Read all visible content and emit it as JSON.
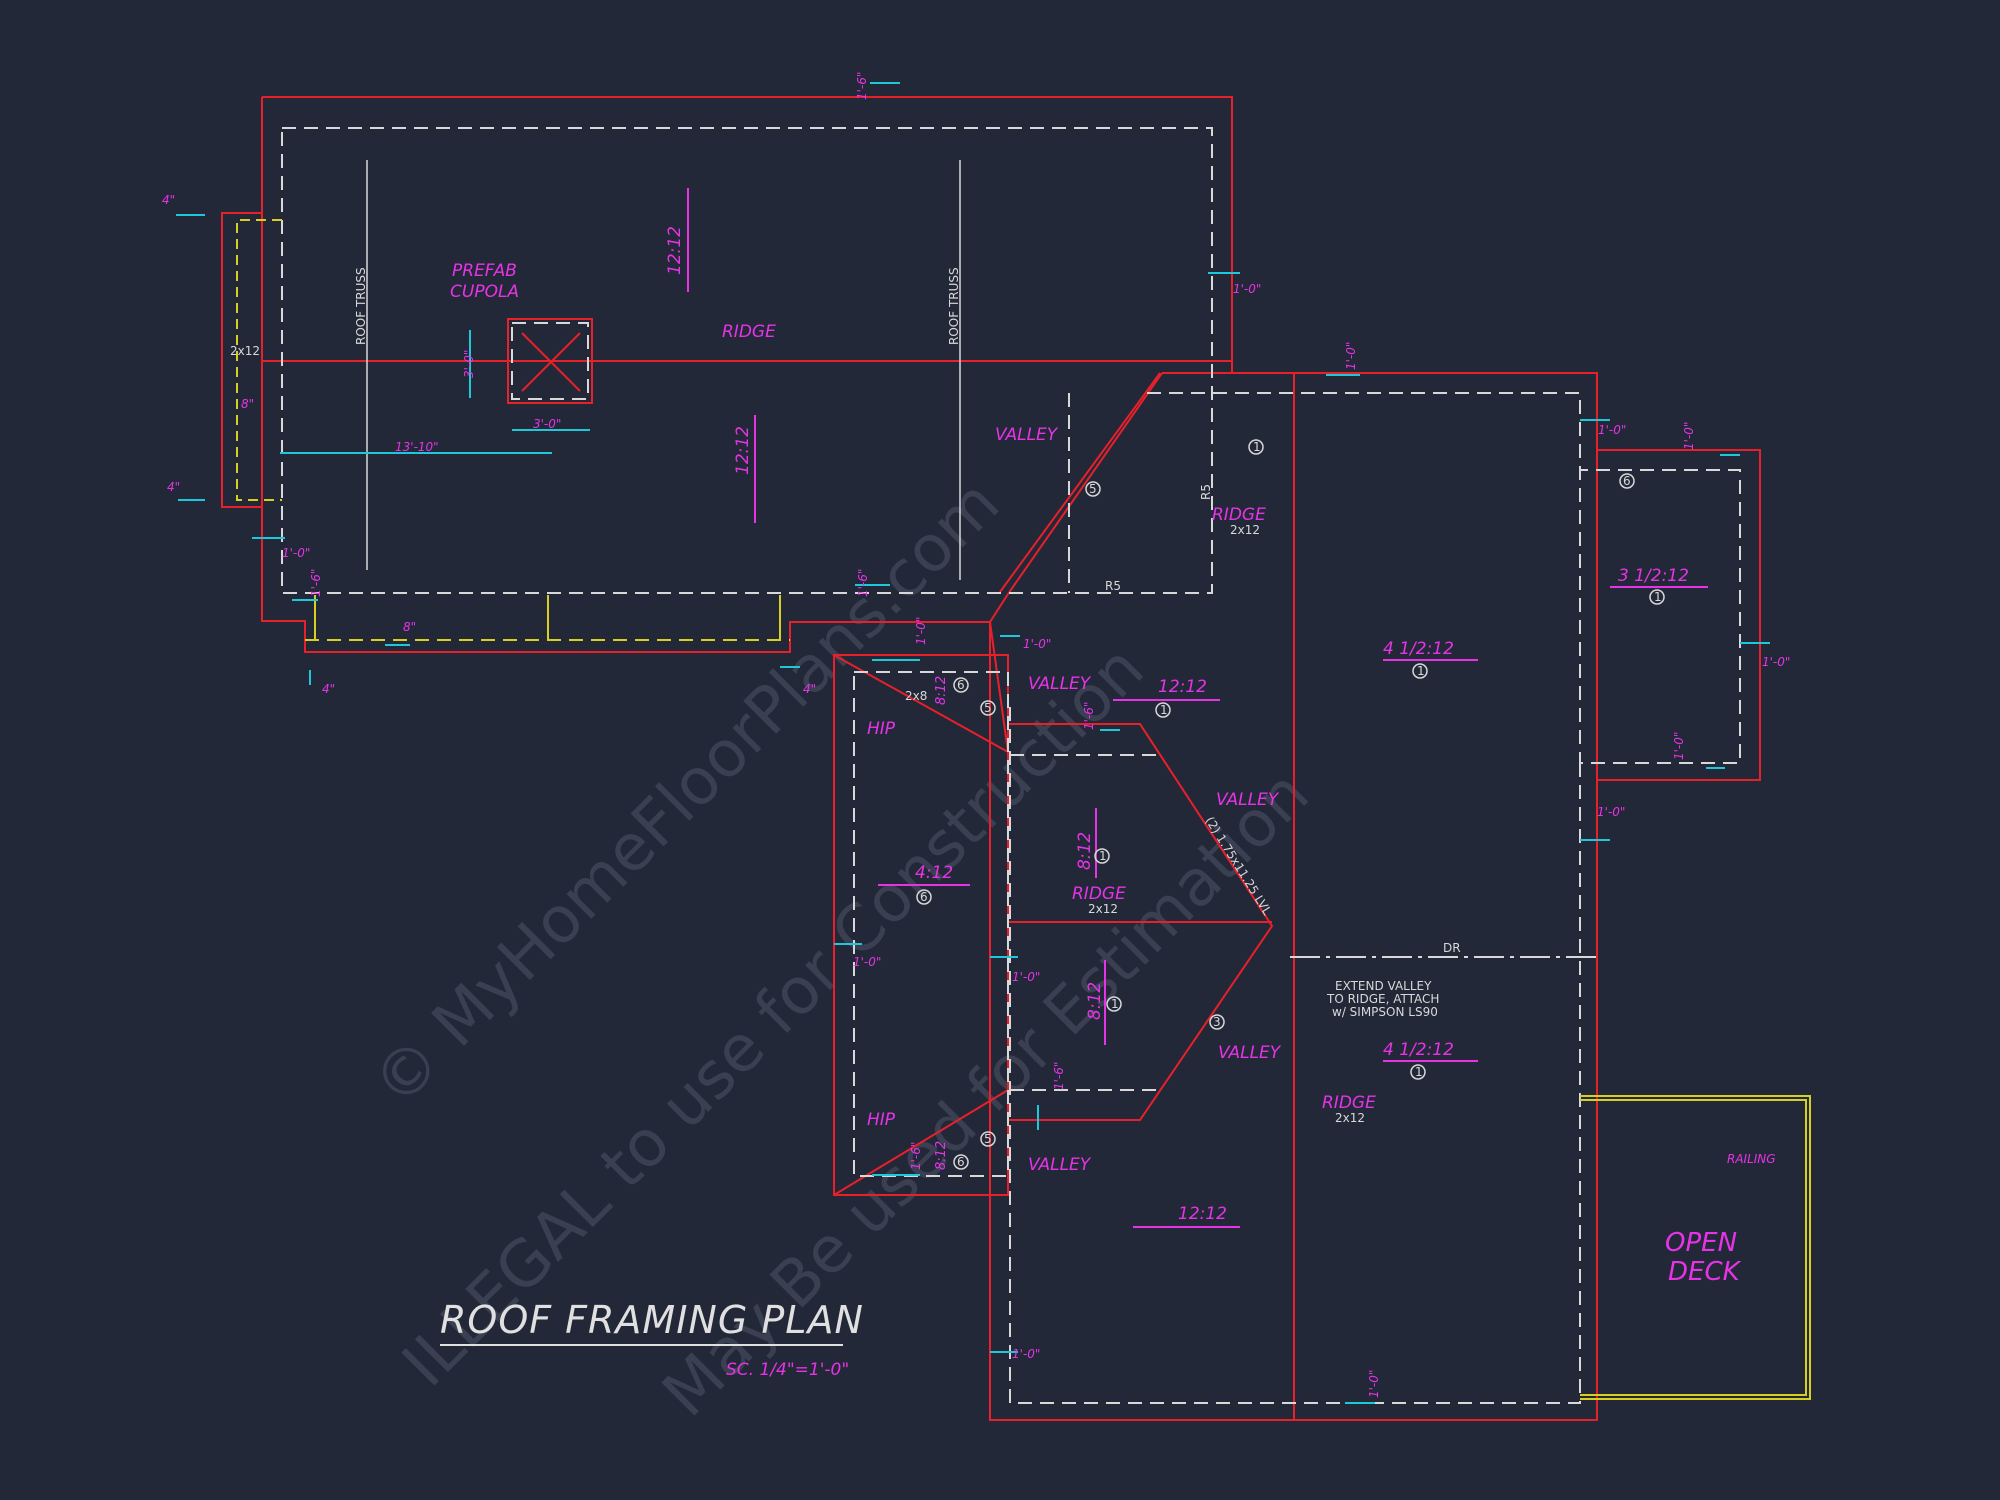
{
  "title": "ROOF FRAMING PLAN",
  "scale": "SC. 1/4\"=1'-0\"",
  "watermark": [
    "© MyHomeFloorPlans.com",
    "ILLEGAL to use for Construction",
    "May Be used for Estimation"
  ],
  "labels": {
    "prefab_cupola_1": "PREFAB",
    "prefab_cupola_2": "CUPOLA",
    "ridge": "RIDGE",
    "valley": "VALLEY",
    "hip": "HIP",
    "roof_truss": "ROOF TRUSS",
    "open_deck_1": "OPEN",
    "open_deck_2": "DECK",
    "railing": "RAILING",
    "dr": "DR",
    "r5": "R5",
    "size_2x12": "2x12",
    "size_2x8": "2x8",
    "hip_small": "HIP",
    "lvl": "(2) 1.75x11.25 LVL",
    "note_1": "EXTEND VALLEY",
    "note_2": "TO RIDGE, ATTACH",
    "note_3": "w/ SIMPSON LS90"
  },
  "pitches": {
    "p12_12": "12:12",
    "p4_12": "4:12",
    "p8_12": "8:12",
    "p4half_12": "4 1/2:12",
    "p3half_12": "3 1/2:12"
  },
  "dimensions": {
    "d1_0": "1'-0\"",
    "d1_6": "1'-6\"",
    "d4": "4\"",
    "d8": "8\"",
    "d3_0": "3'-0\"",
    "d13_10": "13'-10\""
  },
  "circle_nums": [
    "1",
    "3",
    "5",
    "6"
  ],
  "colors": {
    "background": "#232838",
    "outline_red": "#e8202a",
    "dashed_white": "#d8d8d8",
    "magenta": "#e633e6",
    "cyan": "#1ec8d8",
    "yellow": "#d8d020"
  }
}
